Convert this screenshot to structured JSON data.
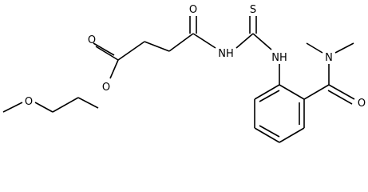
{
  "molecule": {
    "background": "#ffffff",
    "ink": "#000000",
    "atoms": {
      "ester_methoxy_O": "O",
      "ester_single_O": "O",
      "ester_carbonyl_O": "O",
      "keto_O": "O",
      "acyl_NH": "NH",
      "thio_S": "S",
      "aryl_NH": "NH",
      "amine_N": "N",
      "amide_O": "O"
    }
  }
}
